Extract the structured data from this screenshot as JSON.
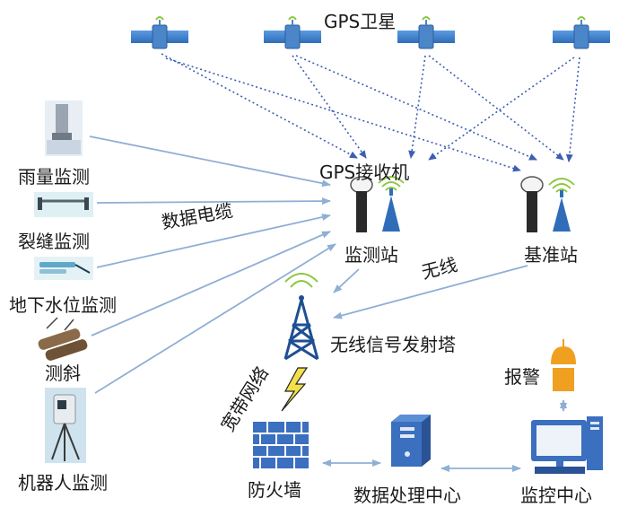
{
  "labels": {
    "gps_satellites": "GPS卫星",
    "gps_receiver": "GPS接收机",
    "rain_monitoring": "雨量监测",
    "crack_monitoring": "裂缝监测",
    "groundwater_monitoring": "地下水位监测",
    "inclination": "测斜",
    "robot_monitoring": "机器人监测",
    "data_cable": "数据电缆",
    "monitoring_station": "监测站",
    "reference_station": "基准站",
    "wireless": "无线",
    "wireless_tower": "无线信号发射塔",
    "broadband_network": "宽带网络",
    "firewall": "防火墙",
    "data_center": "数据处理中心",
    "monitoring_center": "监控中心",
    "alarm": "报警"
  },
  "colors": {
    "arrow": "#8fafd4",
    "dotted": "#3d5fb3",
    "antenna_blue": "#2f6db8",
    "satellite": "#4a86c8",
    "signal_green": "#8cc63f",
    "lightning": "#f2e04a",
    "alarm_orange": "#f0a020"
  }
}
